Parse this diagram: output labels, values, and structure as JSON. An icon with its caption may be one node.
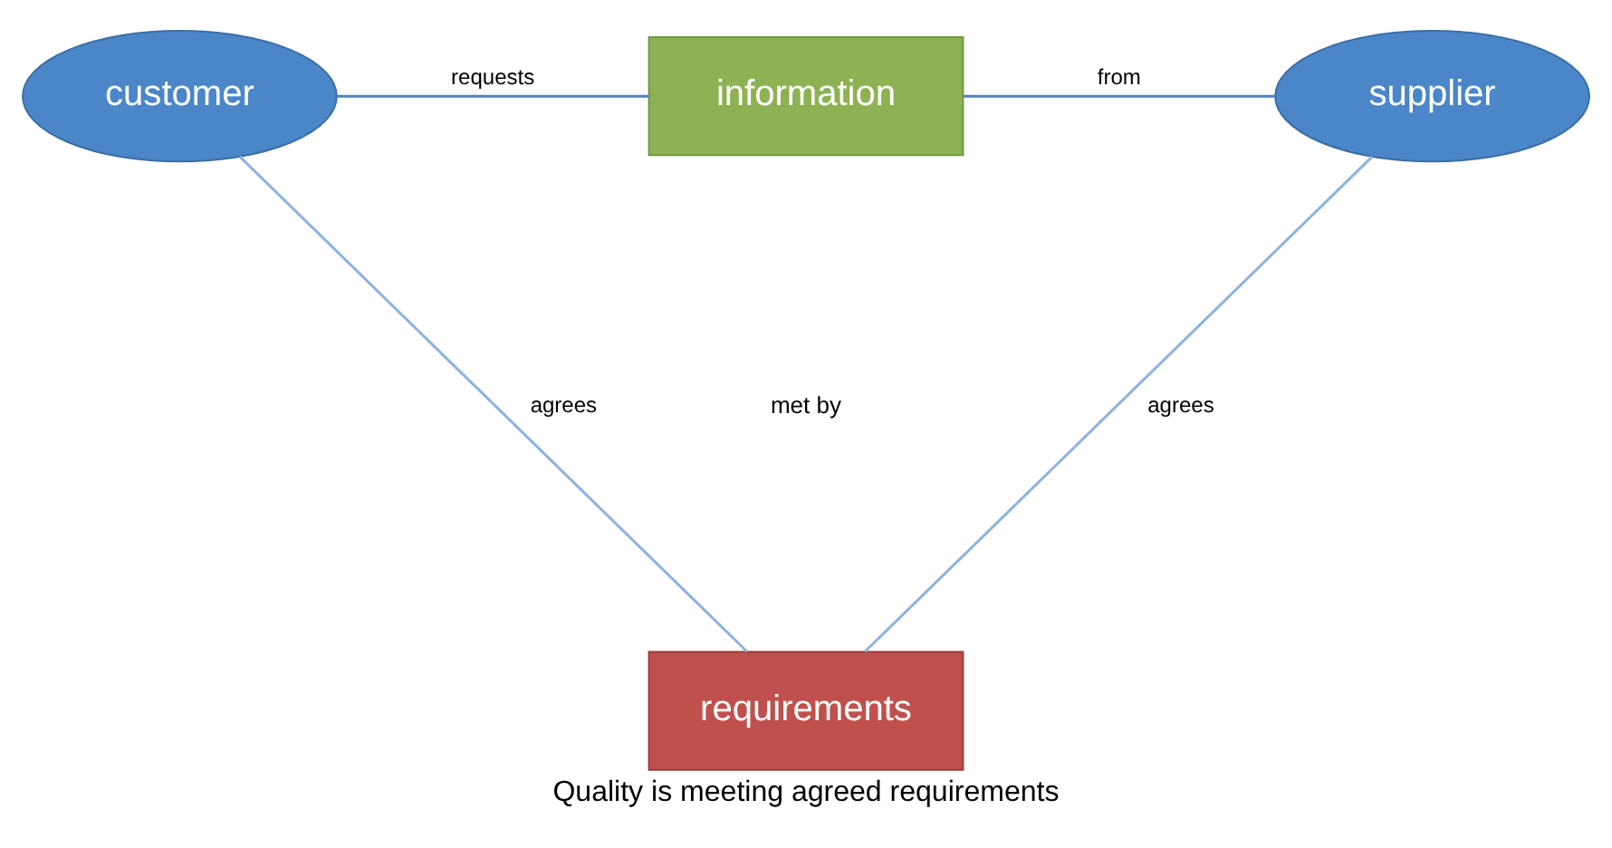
{
  "diagram": {
    "caption": "Quality is meeting agreed requirements",
    "nodes": [
      {
        "text": [
          "customer"
        ]
      },
      {
        "text": [
          "information"
        ]
      },
      {
        "text": [
          "supplier"
        ]
      },
      {
        "text": [
          "requirements"
        ]
      }
    ],
    "edges": [
      {
        "from": 0,
        "to": 1,
        "arrow": "none",
        "label": "requests"
      },
      {
        "from": 1,
        "to": 2,
        "arrow": "none",
        "label": "from"
      },
      {
        "from": 0,
        "to": 3,
        "arrow": "none",
        "label": "agrees",
        "color": "#8db3e2"
      },
      {
        "from": 2,
        "to": 3,
        "arrow": "none",
        "label": "agrees",
        "color": "#8db3e2"
      }
    ],
    "labels": [
      "met by"
    ]
  }
}
